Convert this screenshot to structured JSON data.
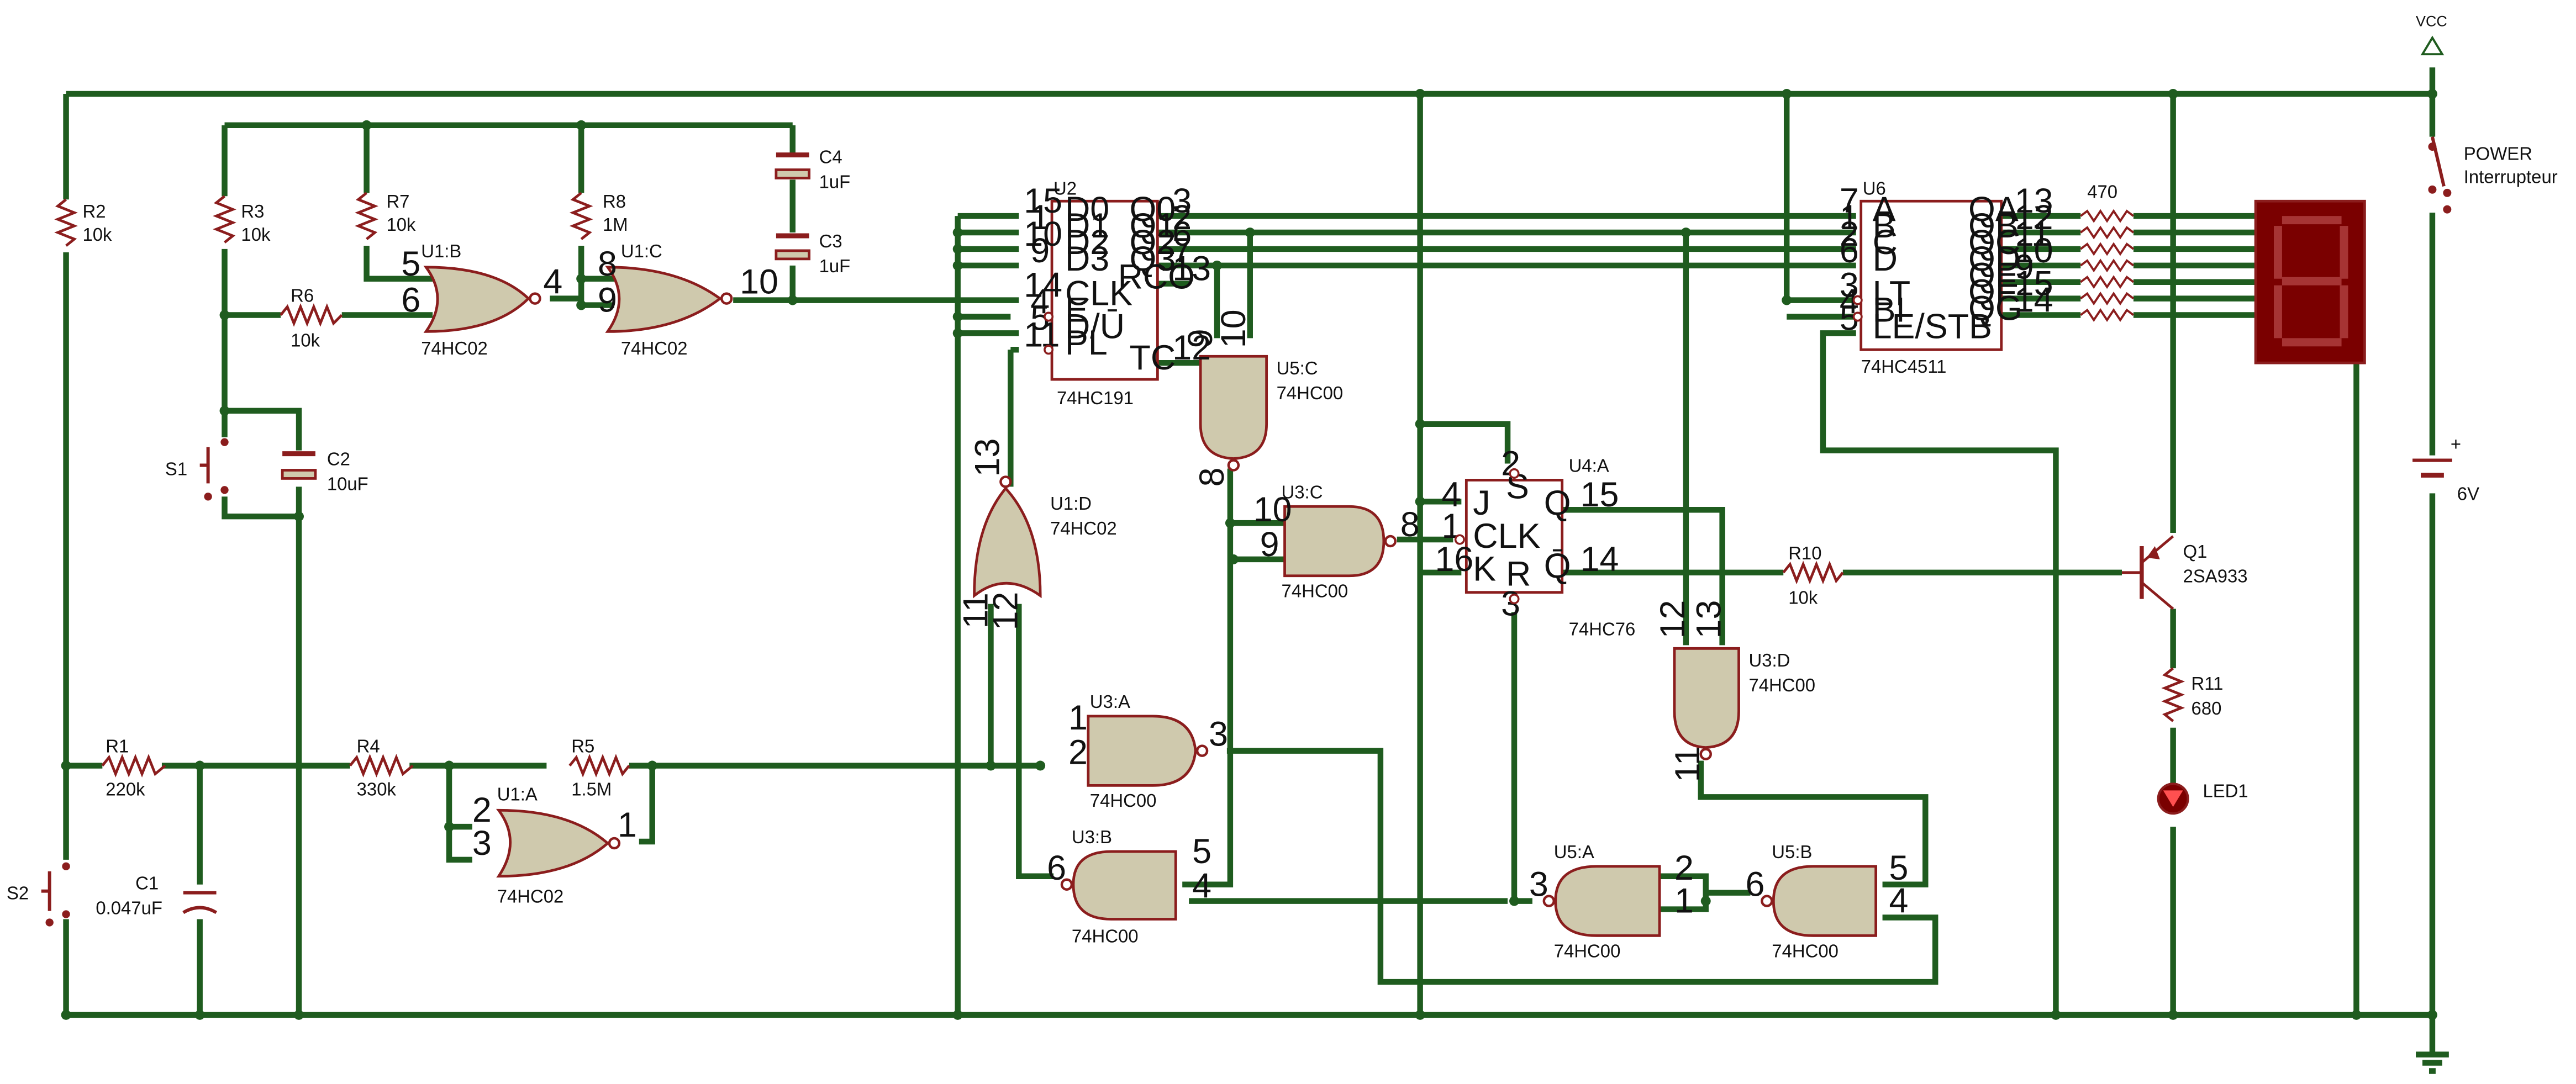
{
  "power": {
    "vcc": "VCC",
    "battery_value": "6V",
    "switch_ref": "POWER",
    "switch_value": "Interrupteur"
  },
  "resistors": [
    {
      "ref": "R2",
      "value": "10k"
    },
    {
      "ref": "R3",
      "value": "10k"
    },
    {
      "ref": "R7",
      "value": "10k"
    },
    {
      "ref": "R8",
      "value": "1M"
    },
    {
      "ref": "R6",
      "value": "10k"
    },
    {
      "ref": "R1",
      "value": "220k"
    },
    {
      "ref": "R4",
      "value": "330k"
    },
    {
      "ref": "R5",
      "value": "1.5M"
    },
    {
      "ref": "R10",
      "value": "10k"
    },
    {
      "ref": "R11",
      "value": "680"
    }
  ],
  "capacitors": [
    {
      "ref": "C4",
      "value": "1uF"
    },
    {
      "ref": "C3",
      "value": "1uF"
    },
    {
      "ref": "C2",
      "value": "10uF"
    },
    {
      "ref": "C1",
      "value": "0.047uF"
    }
  ],
  "switches": [
    {
      "ref": "S1"
    },
    {
      "ref": "S2"
    }
  ],
  "gates": [
    {
      "ref": "U1:B",
      "value": "74HC02"
    },
    {
      "ref": "U1:C",
      "value": "74HC02"
    },
    {
      "ref": "U1:A",
      "value": "74HC02"
    },
    {
      "ref": "U1:D",
      "value": "74HC02"
    },
    {
      "ref": "U5:C",
      "value": "74HC00"
    },
    {
      "ref": "U3:C",
      "value": "74HC00"
    },
    {
      "ref": "U3:A",
      "value": "74HC00"
    },
    {
      "ref": "U3:B",
      "value": "74HC00"
    },
    {
      "ref": "U3:D",
      "value": "74HC00"
    },
    {
      "ref": "U5:A",
      "value": "74HC00"
    },
    {
      "ref": "U5:B",
      "value": "74HC00"
    }
  ],
  "u2": {
    "ref": "U2",
    "value": "74HC191",
    "left_pins": [
      {
        "num": "15",
        "name": "D0"
      },
      {
        "num": "1",
        "name": "D1"
      },
      {
        "num": "10",
        "name": "D2"
      },
      {
        "num": "9",
        "name": "D3"
      },
      {
        "num": "14",
        "name": "CLK"
      },
      {
        "num": "4",
        "name": "E"
      },
      {
        "num": "5",
        "name": "D/Ū"
      },
      {
        "num": "11",
        "name": "PL"
      }
    ],
    "right_pins": [
      {
        "num": "3",
        "name": "Q0"
      },
      {
        "num": "2",
        "name": "Q1"
      },
      {
        "num": "6",
        "name": "Q2"
      },
      {
        "num": "7",
        "name": "Q3"
      },
      {
        "num": "13",
        "name": "RCO"
      },
      {
        "num": "12",
        "name": "TC"
      }
    ]
  },
  "u6": {
    "ref": "U6",
    "value": "74HC4511",
    "left_pins": [
      {
        "num": "7",
        "name": "A"
      },
      {
        "num": "1",
        "name": "B"
      },
      {
        "num": "2",
        "name": "C"
      },
      {
        "num": "6",
        "name": "D"
      },
      {
        "num": "3",
        "name": "LT"
      },
      {
        "num": "4",
        "name": "BI"
      },
      {
        "num": "5",
        "name": "LE/STB"
      }
    ],
    "right_pins": [
      {
        "num": "13",
        "name": "QA"
      },
      {
        "num": "12",
        "name": "QB"
      },
      {
        "num": "11",
        "name": "QC"
      },
      {
        "num": "10",
        "name": "QD"
      },
      {
        "num": "9",
        "name": "QE"
      },
      {
        "num": "15",
        "name": "QF"
      },
      {
        "num": "14",
        "name": "QG"
      }
    ],
    "resistor_value": "470"
  },
  "u4": {
    "ref": "U4:A",
    "value": "74HC76",
    "pins": {
      "J": "J",
      "CLK": "CLK",
      "K": "K",
      "S": "S",
      "R": "R",
      "Q": "Q",
      "QN": "Q̄"
    }
  },
  "transistor": {
    "ref": "Q1",
    "value": "2SA933"
  },
  "led": {
    "ref": "LED1"
  },
  "display": {
    "digit": "8"
  }
}
